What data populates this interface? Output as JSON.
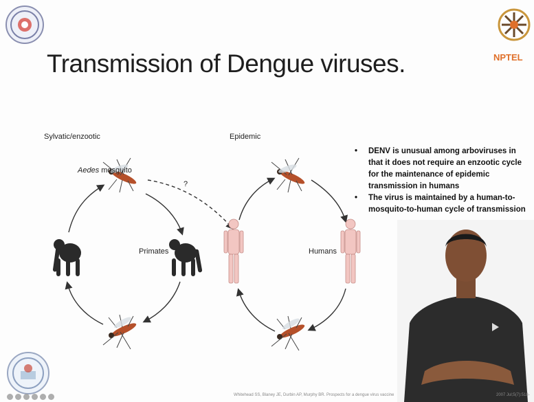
{
  "slide": {
    "title": "Transmission of Dengue viruses.",
    "logo_right_text": "NPTEL",
    "diagram": {
      "sylvatic_label": "Sylvatic/enzootic",
      "epidemic_label": "Epidemic",
      "aedes_italic": "Aedes",
      "aedes_rest": " mosquito",
      "primates_label": "Primates",
      "humans_label": "Humans",
      "question_mark": "?"
    },
    "bullets": [
      "DENV is unusual among arboviruses in that it does not require an enzootic cycle for the maintenance of epidemic transmission in humans",
      "The virus is maintained by a human-to-mosquito-to-human cycle of transmission"
    ],
    "citation": "Whitehead SS, Blaney JE, Durbin AP, Murphy BR. Prospects for a dengue virus vaccine",
    "citation_end": "2007 Jul;5(7):518-"
  },
  "icons": [
    "iitg-logo-icon",
    "nptel-logo-icon",
    "iitg-seal-icon",
    "mosquito-icon",
    "chimpanzee-icon",
    "human-figure-icon"
  ],
  "colors": {
    "title": "#1e1e1e",
    "nptel": "#e0702a",
    "human_figure": "#f2c6c2",
    "arrow": "#333333"
  }
}
